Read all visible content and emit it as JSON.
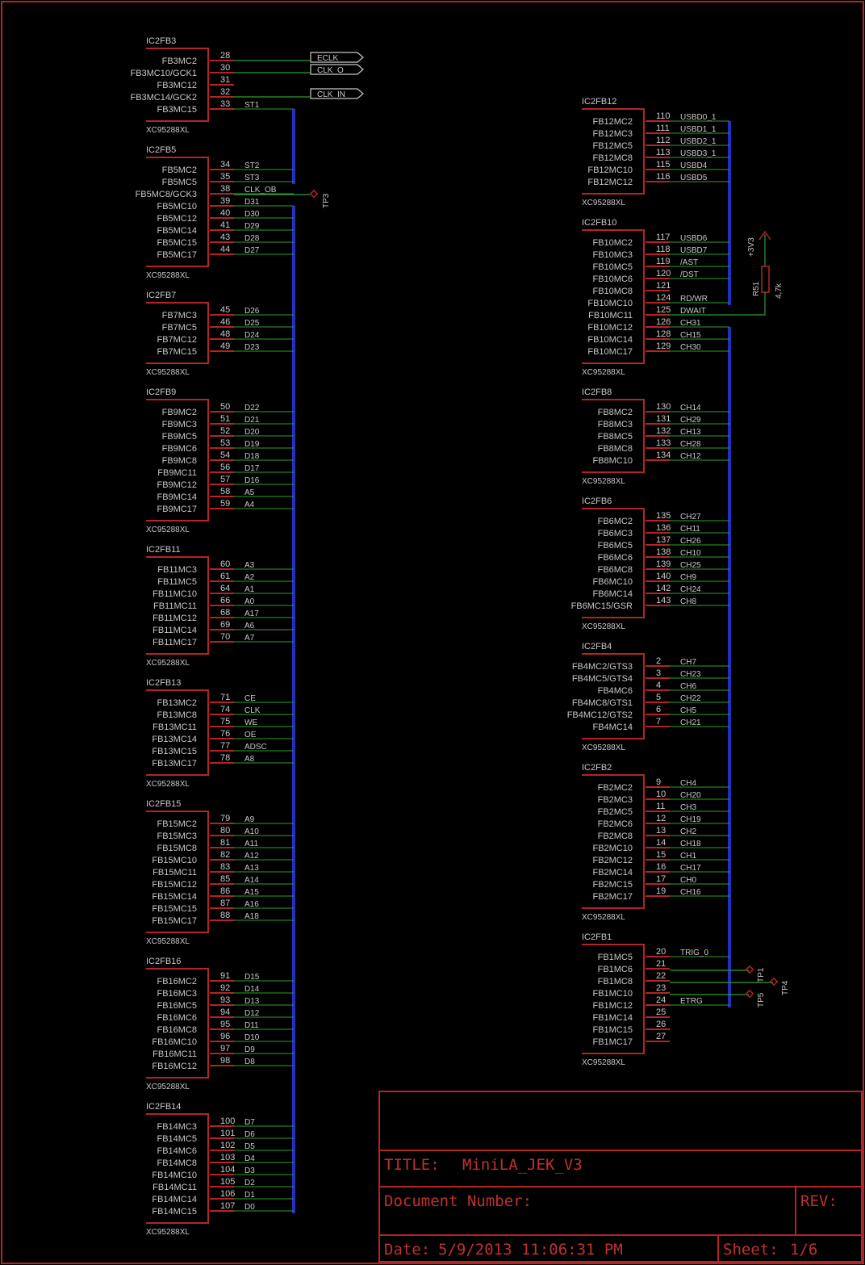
{
  "title_block": {
    "title_label": "TITLE:",
    "title": "MiniLA_JEK_V3",
    "doc_number_label": "Document Number:",
    "rev_label": "REV:",
    "date_label": "Date:",
    "date": "5/9/2013 11:06:31 PM",
    "sheet_label": "Sheet:",
    "sheet": "1/6"
  },
  "colors": {
    "frame": "#b32525",
    "net": "#2e9e2e",
    "bus": "#2230c0",
    "text": "#c8c8c8",
    "title_text": "#c23030"
  },
  "ports": [
    {
      "name": "ECLK"
    },
    {
      "name": "CLK_O"
    },
    {
      "name": "CLK_IN"
    }
  ],
  "test_points": [
    "TP3",
    "TP1",
    "TP4",
    "TP5"
  ],
  "resistor": {
    "name": "R51",
    "value": "4,7k",
    "supply": "+3V3"
  },
  "left_parts": [
    {
      "name": "IC2FB3",
      "device": "XC95288XL",
      "pins": [
        {
          "func": "FB3MC2",
          "num": "28",
          "net": ""
        },
        {
          "func": "FB3MC10/GCK1",
          "num": "30",
          "net": ""
        },
        {
          "func": "FB3MC12",
          "num": "31",
          "net": ""
        },
        {
          "func": "FB3MC14/GCK2",
          "num": "32",
          "net": ""
        },
        {
          "func": "FB3MC15",
          "num": "33",
          "net": "ST1"
        }
      ]
    },
    {
      "name": "IC2FB5",
      "device": "XC95288XL",
      "pins": [
        {
          "func": "FB5MC2",
          "num": "34",
          "net": "ST2"
        },
        {
          "func": "FB5MC5",
          "num": "35",
          "net": "ST3"
        },
        {
          "func": "FB5MC8/GCK3",
          "num": "38",
          "net": "CLK_OB"
        },
        {
          "func": "FB5MC10",
          "num": "39",
          "net": "D31"
        },
        {
          "func": "FB5MC12",
          "num": "40",
          "net": "D30"
        },
        {
          "func": "FB5MC14",
          "num": "41",
          "net": "D29"
        },
        {
          "func": "FB5MC15",
          "num": "43",
          "net": "D28"
        },
        {
          "func": "FB5MC17",
          "num": "44",
          "net": "D27"
        }
      ]
    },
    {
      "name": "IC2FB7",
      "device": "XC95288XL",
      "pins": [
        {
          "func": "FB7MC3",
          "num": "45",
          "net": "D26"
        },
        {
          "func": "FB7MC5",
          "num": "46",
          "net": "D25"
        },
        {
          "func": "FB7MC12",
          "num": "48",
          "net": "D24"
        },
        {
          "func": "FB7MC15",
          "num": "49",
          "net": "D23"
        }
      ]
    },
    {
      "name": "IC2FB9",
      "device": "XC95288XL",
      "pins": [
        {
          "func": "FB9MC2",
          "num": "50",
          "net": "D22"
        },
        {
          "func": "FB9MC3",
          "num": "51",
          "net": "D21"
        },
        {
          "func": "FB9MC5",
          "num": "52",
          "net": "D20"
        },
        {
          "func": "FB9MC6",
          "num": "53",
          "net": "D19"
        },
        {
          "func": "FB9MC8",
          "num": "54",
          "net": "D18"
        },
        {
          "func": "FB9MC11",
          "num": "56",
          "net": "D17"
        },
        {
          "func": "FB9MC12",
          "num": "57",
          "net": "D16"
        },
        {
          "func": "FB9MC14",
          "num": "58",
          "net": "A5"
        },
        {
          "func": "FB9MC17",
          "num": "59",
          "net": "A4"
        }
      ]
    },
    {
      "name": "IC2FB11",
      "device": "XC95288XL",
      "pins": [
        {
          "func": "FB11MC3",
          "num": "60",
          "net": "A3"
        },
        {
          "func": "FB11MC5",
          "num": "61",
          "net": "A2"
        },
        {
          "func": "FB11MC10",
          "num": "64",
          "net": "A1"
        },
        {
          "func": "FB11MC11",
          "num": "66",
          "net": "A0"
        },
        {
          "func": "FB11MC12",
          "num": "68",
          "net": "A17"
        },
        {
          "func": "FB11MC14",
          "num": "69",
          "net": "A6"
        },
        {
          "func": "FB11MC17",
          "num": "70",
          "net": "A7"
        }
      ]
    },
    {
      "name": "IC2FB13",
      "device": "XC95288XL",
      "pins": [
        {
          "func": "FB13MC2",
          "num": "71",
          "net": "CE"
        },
        {
          "func": "FB13MC8",
          "num": "74",
          "net": "CLK"
        },
        {
          "func": "FB13MC11",
          "num": "75",
          "net": "WE"
        },
        {
          "func": "FB13MC14",
          "num": "76",
          "net": "OE"
        },
        {
          "func": "FB13MC15",
          "num": "77",
          "net": "ADSC"
        },
        {
          "func": "FB13MC17",
          "num": "78",
          "net": "A8"
        }
      ]
    },
    {
      "name": "IC2FB15",
      "device": "XC95288XL",
      "pins": [
        {
          "func": "FB15MC2",
          "num": "79",
          "net": "A9"
        },
        {
          "func": "FB15MC3",
          "num": "80",
          "net": "A10"
        },
        {
          "func": "FB15MC8",
          "num": "81",
          "net": "A11"
        },
        {
          "func": "FB15MC10",
          "num": "82",
          "net": "A12"
        },
        {
          "func": "FB15MC11",
          "num": "83",
          "net": "A13"
        },
        {
          "func": "FB15MC12",
          "num": "85",
          "net": "A14"
        },
        {
          "func": "FB15MC14",
          "num": "86",
          "net": "A15"
        },
        {
          "func": "FB15MC15",
          "num": "87",
          "net": "A16"
        },
        {
          "func": "FB15MC17",
          "num": "88",
          "net": "A18"
        }
      ]
    },
    {
      "name": "IC2FB16",
      "device": "XC95288XL",
      "pins": [
        {
          "func": "FB16MC2",
          "num": "91",
          "net": "D15"
        },
        {
          "func": "FB16MC3",
          "num": "92",
          "net": "D14"
        },
        {
          "func": "FB16MC5",
          "num": "93",
          "net": "D13"
        },
        {
          "func": "FB16MC6",
          "num": "94",
          "net": "D12"
        },
        {
          "func": "FB16MC8",
          "num": "95",
          "net": "D11"
        },
        {
          "func": "FB16MC10",
          "num": "96",
          "net": "D10"
        },
        {
          "func": "FB16MC11",
          "num": "97",
          "net": "D9"
        },
        {
          "func": "FB16MC12",
          "num": "98",
          "net": "D8"
        }
      ]
    },
    {
      "name": "IC2FB14",
      "device": "XC95288XL",
      "pins": [
        {
          "func": "FB14MC3",
          "num": "100",
          "net": "D7"
        },
        {
          "func": "FB14MC5",
          "num": "101",
          "net": "D6"
        },
        {
          "func": "FB14MC6",
          "num": "102",
          "net": "D5"
        },
        {
          "func": "FB14MC8",
          "num": "103",
          "net": "D4"
        },
        {
          "func": "FB14MC10",
          "num": "104",
          "net": "D3"
        },
        {
          "func": "FB14MC11",
          "num": "105",
          "net": "D2"
        },
        {
          "func": "FB14MC14",
          "num": "106",
          "net": "D1"
        },
        {
          "func": "FB14MC15",
          "num": "107",
          "net": "D0"
        }
      ]
    }
  ],
  "right_parts": [
    {
      "name": "IC2FB12",
      "device": "XC95288XL",
      "pins": [
        {
          "func": "FB12MC2",
          "num": "110",
          "net": "USBD0_1"
        },
        {
          "func": "FB12MC3",
          "num": "111",
          "net": "USBD1_1"
        },
        {
          "func": "FB12MC5",
          "num": "112",
          "net": "USBD2_1"
        },
        {
          "func": "FB12MC8",
          "num": "113",
          "net": "USBD3_1"
        },
        {
          "func": "FB12MC10",
          "num": "115",
          "net": "USBD4"
        },
        {
          "func": "FB12MC12",
          "num": "116",
          "net": "USBD5"
        }
      ]
    },
    {
      "name": "IC2FB10",
      "device": "XC95288XL",
      "pins": [
        {
          "func": "FB10MC2",
          "num": "117",
          "net": "USBD6"
        },
        {
          "func": "FB10MC3",
          "num": "118",
          "net": "USBD7"
        },
        {
          "func": "FB10MC5",
          "num": "119",
          "net": "/AST"
        },
        {
          "func": "FB10MC6",
          "num": "120",
          "net": "/DST"
        },
        {
          "func": "FB10MC8",
          "num": "121",
          "net": ""
        },
        {
          "func": "FB10MC10",
          "num": "124",
          "net": "RD/WR"
        },
        {
          "func": "FB10MC11",
          "num": "125",
          "net": "DWAIT"
        },
        {
          "func": "FB10MC12",
          "num": "126",
          "net": "CH31"
        },
        {
          "func": "FB10MC14",
          "num": "128",
          "net": "CH15"
        },
        {
          "func": "FB10MC17",
          "num": "129",
          "net": "CH30"
        }
      ]
    },
    {
      "name": "IC2FB8",
      "device": "XC95288XL",
      "pins": [
        {
          "func": "FB8MC2",
          "num": "130",
          "net": "CH14"
        },
        {
          "func": "FB8MC3",
          "num": "131",
          "net": "CH29"
        },
        {
          "func": "FB8MC5",
          "num": "132",
          "net": "CH13"
        },
        {
          "func": "FB8MC8",
          "num": "133",
          "net": "CH28"
        },
        {
          "func": "FB8MC10",
          "num": "134",
          "net": "CH12"
        }
      ]
    },
    {
      "name": "IC2FB6",
      "device": "XC95288XL",
      "pins": [
        {
          "func": "FB6MC2",
          "num": "135",
          "net": "CH27"
        },
        {
          "func": "FB6MC3",
          "num": "136",
          "net": "CH11"
        },
        {
          "func": "FB6MC5",
          "num": "137",
          "net": "CH26"
        },
        {
          "func": "FB6MC6",
          "num": "138",
          "net": "CH10"
        },
        {
          "func": "FB6MC8",
          "num": "139",
          "net": "CH25"
        },
        {
          "func": "FB6MC10",
          "num": "140",
          "net": "CH9"
        },
        {
          "func": "FB6MC14",
          "num": "142",
          "net": "CH24"
        },
        {
          "func": "FB6MC15/GSR",
          "num": "143",
          "net": "CH8"
        }
      ]
    },
    {
      "name": "IC2FB4",
      "device": "XC95288XL",
      "pins": [
        {
          "func": "FB4MC2/GTS3",
          "num": "2",
          "net": "CH7"
        },
        {
          "func": "FB4MC5/GTS4",
          "num": "3",
          "net": "CH23"
        },
        {
          "func": "FB4MC6",
          "num": "4",
          "net": "CH6"
        },
        {
          "func": "FB4MC8/GTS1",
          "num": "5",
          "net": "CH22"
        },
        {
          "func": "FB4MC12/GTS2",
          "num": "6",
          "net": "CH5"
        },
        {
          "func": "FB4MC14",
          "num": "7",
          "net": "CH21"
        }
      ]
    },
    {
      "name": "IC2FB2",
      "device": "XC95288XL",
      "pins": [
        {
          "func": "FB2MC2",
          "num": "9",
          "net": "CH4"
        },
        {
          "func": "FB2MC3",
          "num": "10",
          "net": "CH20"
        },
        {
          "func": "FB2MC5",
          "num": "11",
          "net": "CH3"
        },
        {
          "func": "FB2MC6",
          "num": "12",
          "net": "CH19"
        },
        {
          "func": "FB2MC8",
          "num": "13",
          "net": "CH2"
        },
        {
          "func": "FB2MC10",
          "num": "14",
          "net": "CH18"
        },
        {
          "func": "FB2MC12",
          "num": "15",
          "net": "CH1"
        },
        {
          "func": "FB2MC14",
          "num": "16",
          "net": "CH17"
        },
        {
          "func": "FB2MC15",
          "num": "17",
          "net": "CH0"
        },
        {
          "func": "FB2MC17",
          "num": "19",
          "net": "CH16"
        }
      ]
    },
    {
      "name": "IC2FB1",
      "device": "XC95288XL",
      "pins": [
        {
          "func": "FB1MC5",
          "num": "20",
          "net": "TRIG_0"
        },
        {
          "func": "FB1MC6",
          "num": "21",
          "net": ""
        },
        {
          "func": "FB1MC8",
          "num": "22",
          "net": ""
        },
        {
          "func": "FB1MC10",
          "num": "23",
          "net": ""
        },
        {
          "func": "FB1MC12",
          "num": "24",
          "net": "ETRG"
        },
        {
          "func": "FB1MC14",
          "num": "25",
          "net": ""
        },
        {
          "func": "FB1MC15",
          "num": "26",
          "net": ""
        },
        {
          "func": "FB1MC17",
          "num": "27",
          "net": ""
        }
      ]
    }
  ]
}
